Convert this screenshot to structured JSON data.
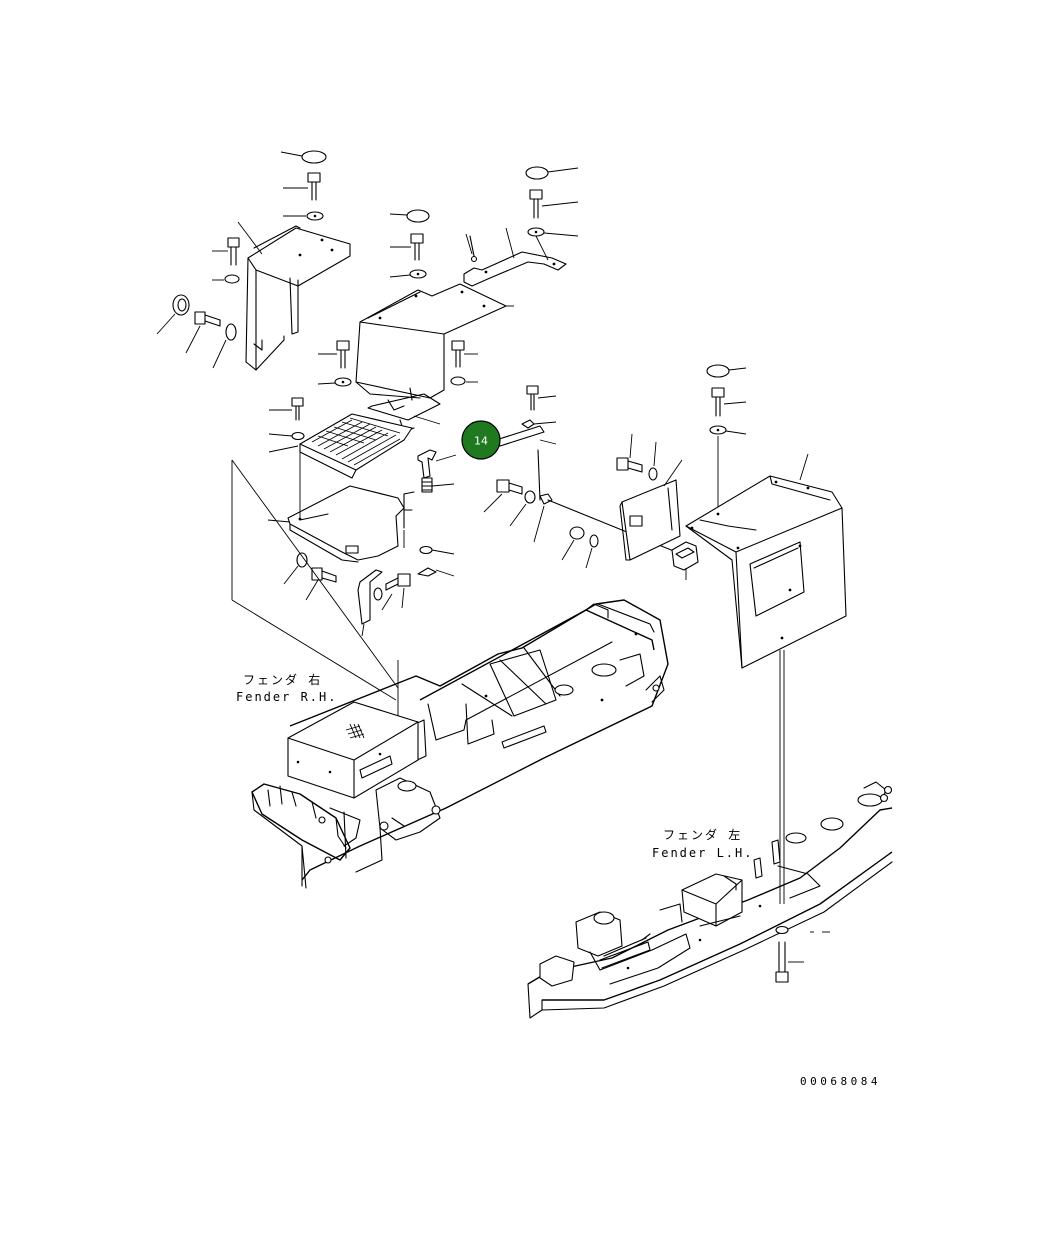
{
  "labels": {
    "fender_rh_jp": "フェンダ 右",
    "fender_rh_en": "Fender R.H.",
    "fender_lh_jp": "フェンダ 左",
    "fender_lh_en": "Fender L.H."
  },
  "callout": {
    "number": "14",
    "color": "#1f7a1f"
  },
  "document_id": "00068084"
}
